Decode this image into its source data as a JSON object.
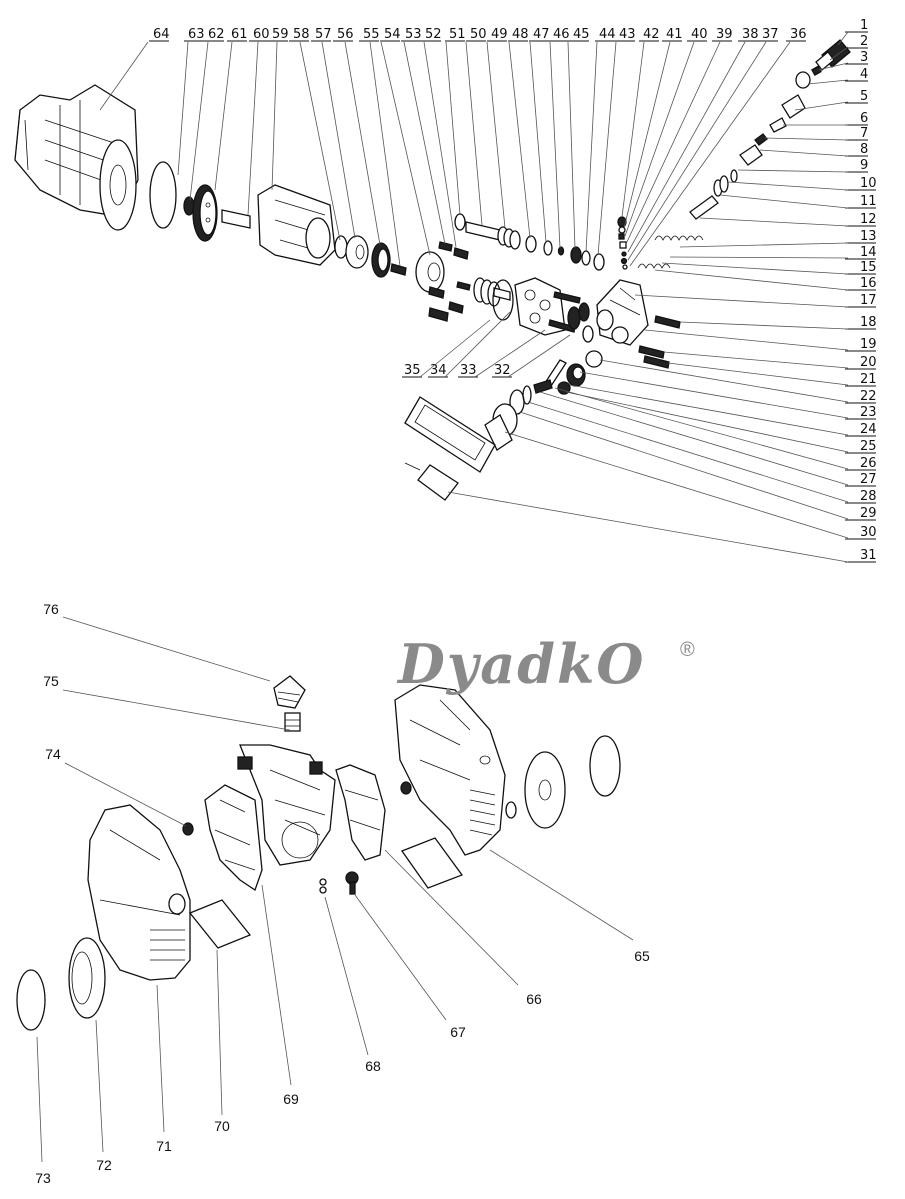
{
  "brand": {
    "logo_text": "DyadkO",
    "registered_mark": "®",
    "color": "#8a8a8a"
  },
  "top_assembly": {
    "top_row_labels": [
      "64",
      "63",
      "62",
      "61",
      "60",
      "59",
      "58",
      "57",
      "56",
      "55",
      "54",
      "53",
      "52",
      "51",
      "50",
      "49",
      "48",
      "47",
      "46",
      "45",
      "44",
      "43",
      "42",
      "41",
      "40",
      "39",
      "38",
      "37",
      "36"
    ],
    "right_column_labels": [
      "1",
      "2",
      "3",
      "4",
      "5",
      "6",
      "7",
      "8",
      "9",
      "10",
      "11",
      "12",
      "13",
      "14",
      "15",
      "16",
      "17",
      "18",
      "19",
      "20",
      "21",
      "22",
      "23",
      "24",
      "25",
      "26",
      "27",
      "28",
      "29",
      "30",
      "31"
    ],
    "bottom_row_labels": [
      "35",
      "34",
      "33",
      "32"
    ]
  },
  "bottom_assembly": {
    "labels": [
      "76",
      "75",
      "74",
      "65",
      "66",
      "67",
      "68",
      "69",
      "70",
      "71",
      "72",
      "73"
    ]
  }
}
